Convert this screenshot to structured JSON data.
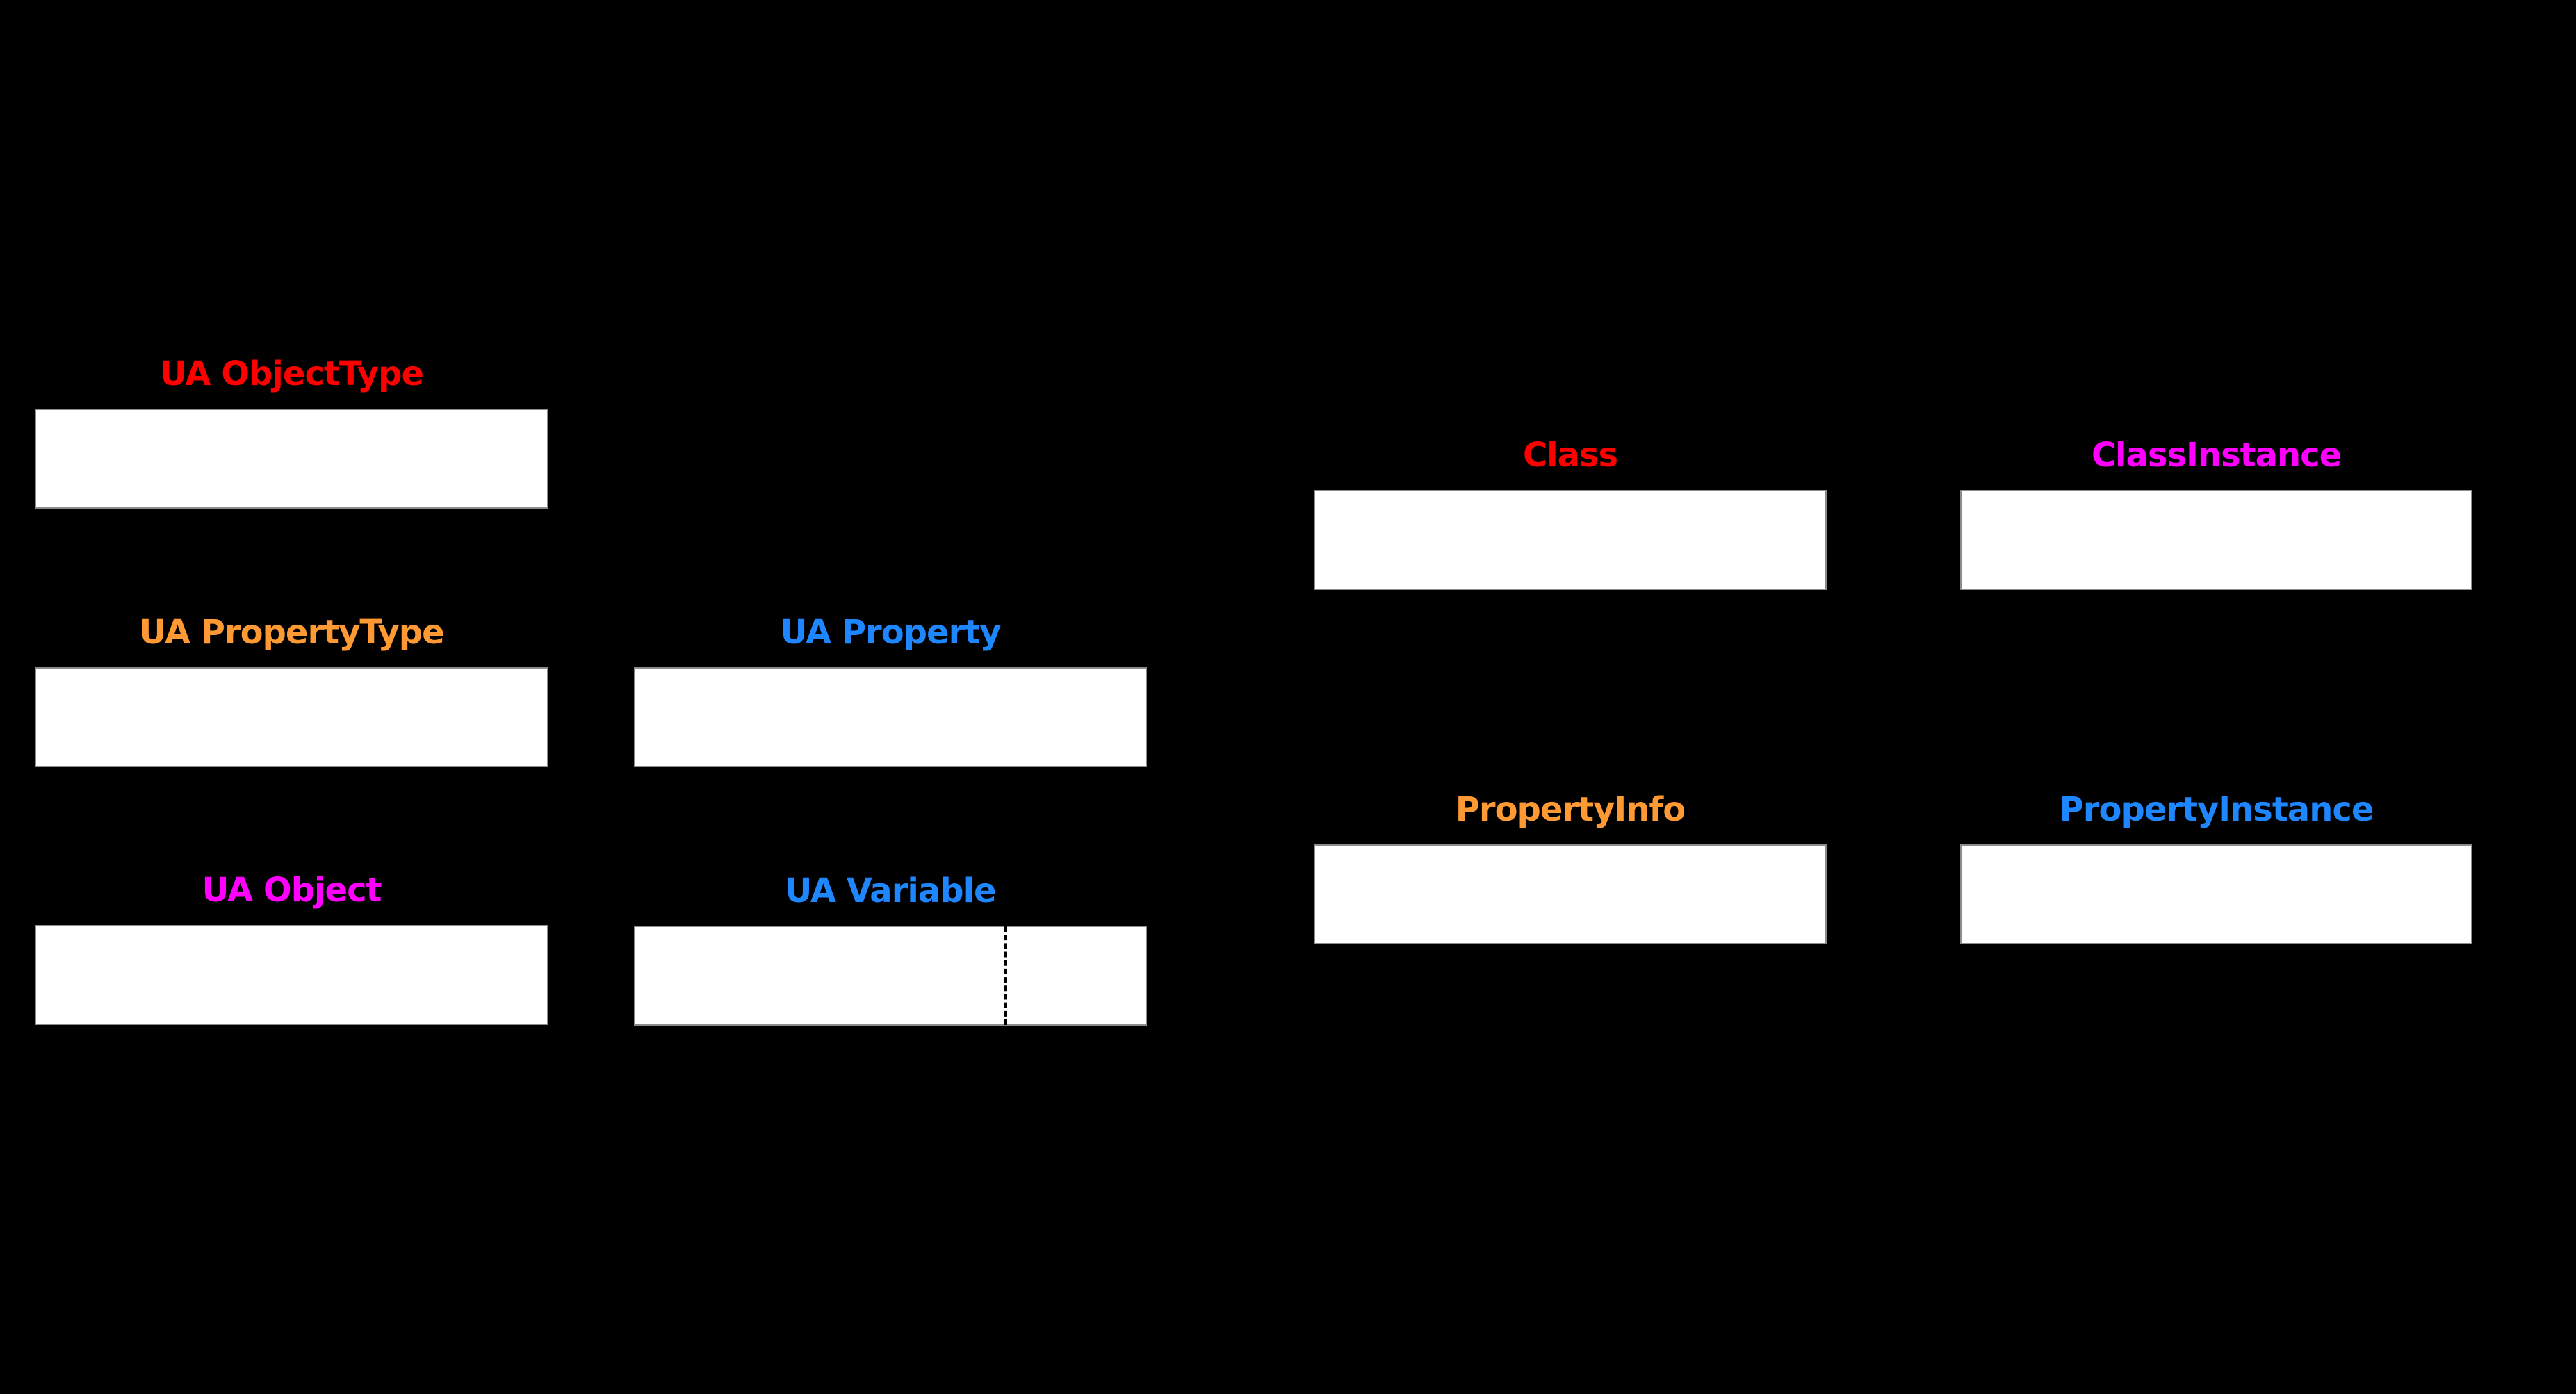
{
  "page": {
    "background": "#000000"
  },
  "palette": {
    "type_red": "#FF0000",
    "property_orange": "#FF9933",
    "instance_magenta": "#FF00FF",
    "blue": "#1E86FF",
    "box_fill": "#FFFFFF",
    "box_border": "#8C8C8C",
    "divider_color": "#000000"
  },
  "diagram": {
    "nodes": [
      {
        "label": "UA ObjectType",
        "color": "#FF0000"
      },
      {
        "label": "UA PropertyType",
        "color": "#FF9933"
      },
      {
        "label": "UA Object",
        "color": "#FF00FF"
      },
      {
        "label": "UA Property",
        "color": "#1E86FF"
      },
      {
        "label": "UA Variable",
        "color": "#1E86FF",
        "divider": {
          "present": true,
          "style": "dashed",
          "position_fraction": 0.725
        }
      },
      {
        "label": "Class",
        "color": "#FF0000"
      },
      {
        "label": "ClassInstance",
        "color": "#FF00FF"
      },
      {
        "label": "PropertyInfo",
        "color": "#FF9933"
      },
      {
        "label": "PropertyInstance",
        "color": "#1E86FF"
      }
    ]
  }
}
